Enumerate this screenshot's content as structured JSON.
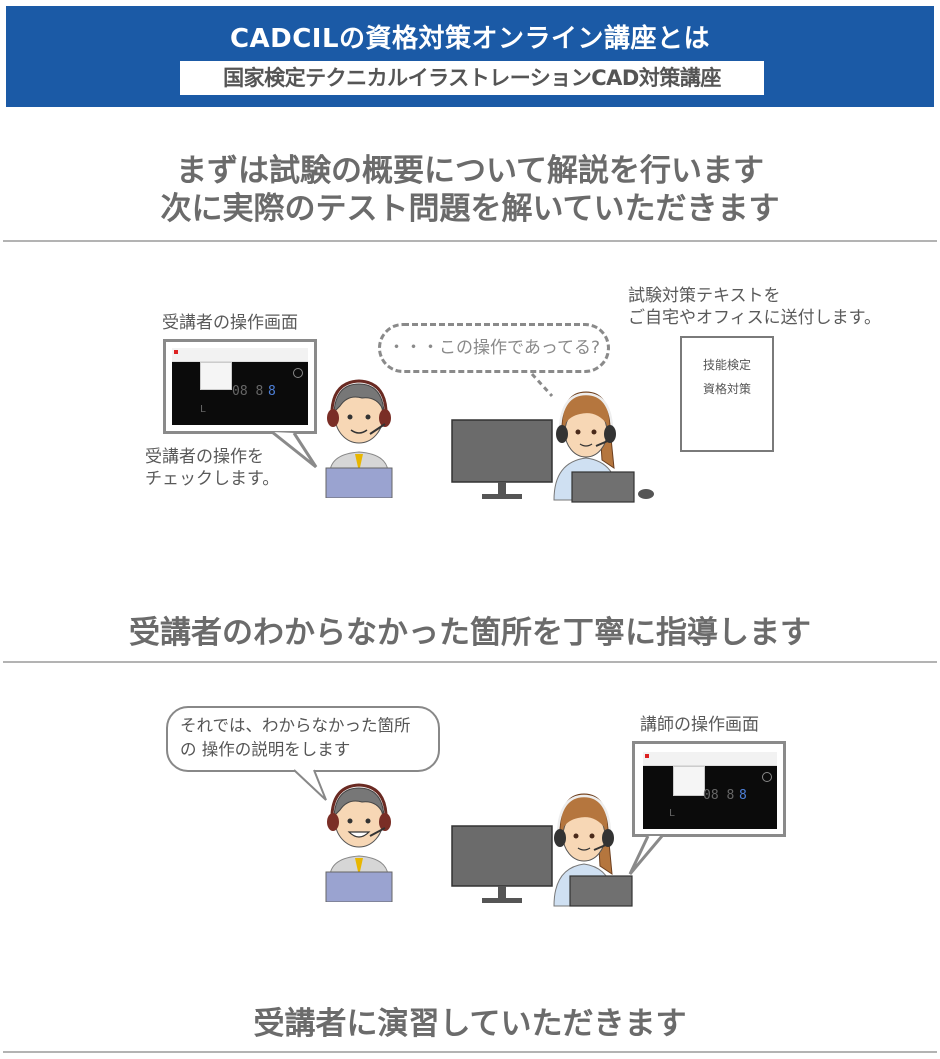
{
  "banner": {
    "title": "CADCILの資格対策オンライン講座とは",
    "subtitle": "国家検定テクニカルイラストレーションCAD対策講座",
    "bg_color": "#1b5aa6"
  },
  "section1": {
    "heading_line1": "まずは試験の概要について解説を行います",
    "heading_line2": "次に実際のテスト問題を解いていただきます",
    "student_screen_label": "受講者の操作画面",
    "check_text_line1": "受講者の操作を",
    "check_text_line2": "チェックします。",
    "thought_bubble": "・・・この操作であってる?",
    "textbook_caption_line1": "試験対策テキストを",
    "textbook_caption_line2": "ご自宅やオフィスに送付します。",
    "book_line1": "技能検定",
    "book_line2": "資格対策"
  },
  "section2": {
    "heading": "受講者のわからなかった箇所を丁寧に指導します",
    "speech_line1": "それでは、わからなかった箇所",
    "speech_line2": "の 操作の説明をします",
    "instructor_screen_label": "講師の操作画面"
  },
  "section3": {
    "heading": "受講者に演習していただきます"
  },
  "cad_screen": {
    "glyph_gray": "08 8",
    "glyph_blue": "8",
    "axis": "L"
  }
}
